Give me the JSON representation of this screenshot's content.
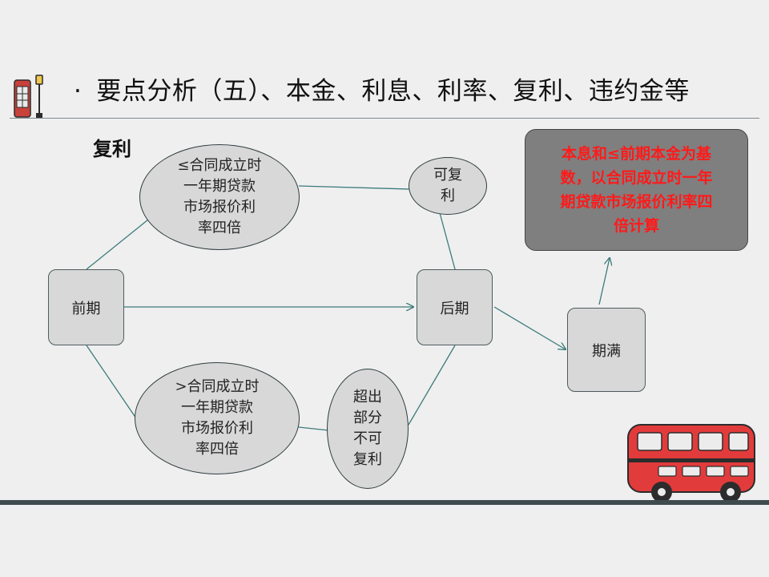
{
  "header": {
    "bullet": "·",
    "title": "要点分析（五）、本金、利息、利率、复利、违约金等"
  },
  "diagram": {
    "subtitle": "复利",
    "nodes": {
      "qianqi": "前期",
      "houqi": "后期",
      "qiman": "期满",
      "upper_condition": "≤合同成立时\n一年期贷款\n市场报价利\n率四倍",
      "lower_condition": ">合同成立时\n一年期贷款\n市场报价利\n率四倍",
      "can_compound": "可复\n利",
      "cannot_compound": "超出\n部分\n不可\n复利"
    },
    "note": "本息和≤前期本金为基\n数，以合同成立时一年\n期贷款市场报价利率四\n倍计算"
  },
  "colors": {
    "node_fill": "#d8d8d8",
    "node_border": "#4e5b5e",
    "connector": "#3c7a7a",
    "note_fill": "#7f7f7f",
    "note_text": "#ff1a1a",
    "bus_body": "#e23b3b",
    "footer_bar": "#3f4b4e"
  },
  "icons": {
    "header_left": [
      "phone-booth-icon",
      "street-lamp-icon"
    ],
    "bottom_right": "double-decker-bus-icon"
  }
}
